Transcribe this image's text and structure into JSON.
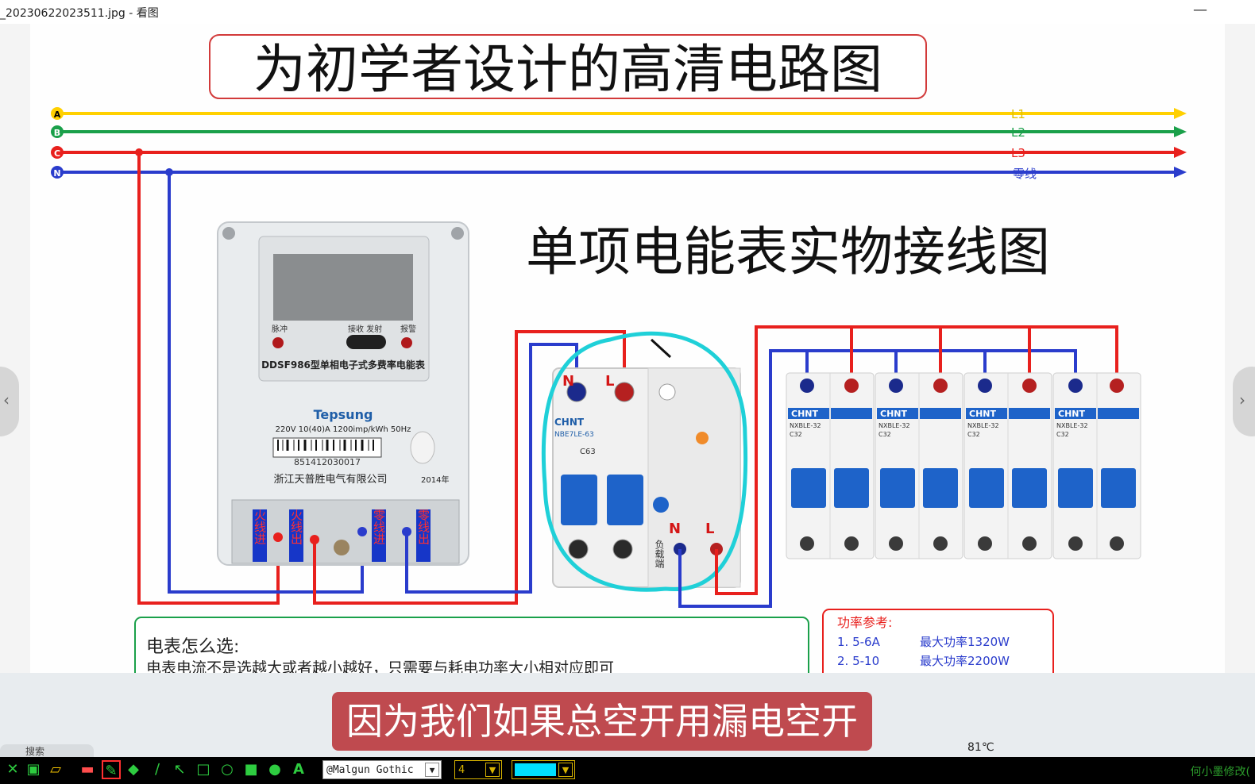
{
  "window": {
    "title": "_20230622023511.jpg - 看图",
    "minimize": "—"
  },
  "diagram": {
    "main_title": "为初学者设计的高清电路图",
    "sub_title": "单项电能表实物接线图",
    "bus_labels": [
      "A",
      "B",
      "C",
      "N"
    ],
    "bus_names": [
      "L1",
      "L2",
      "L3",
      "零线"
    ],
    "colors": {
      "a": "#ffd000",
      "b": "#1aa04a",
      "c": "#e8201d",
      "n": "#2a3ccc",
      "accent": "#1fd0d8"
    },
    "meter": {
      "model": "DDSF986型单相电子式多费率电能表",
      "brand": "Tepsung",
      "spec": "220V   10(40)A   1200imp/kWh   50Hz",
      "serial": "851412030017",
      "maker": "浙江天普胜电气有限公司",
      "year": "2014年",
      "pulse": "脉冲",
      "comm": "接收 发射",
      "alarm": "报警",
      "terminals": [
        "火线进",
        "火线出",
        "零线进",
        "零线出"
      ]
    },
    "rcd": {
      "brand": "CHNT",
      "model": "NBE7LE-63",
      "rating": "C63",
      "label_n": "N",
      "label_l": "L",
      "out_n": "N",
      "out_l": "L",
      "load": "负载端"
    },
    "breakers": [
      {
        "brand": "CHNT",
        "model": "NXBLE-32",
        "rating": "C32"
      },
      {
        "brand": "CHNT",
        "model": "NXBLE-32",
        "rating": "C32"
      },
      {
        "brand": "CHNT",
        "model": "NXBLE-32",
        "rating": "C32"
      },
      {
        "brand": "CHNT",
        "model": "NXBLE-32",
        "rating": "C32"
      }
    ],
    "meter_select_title": "电表怎么选:",
    "meter_select_text": "电表电流不是选越大或者越小越好，只需要与耗电功率大小相对应即可",
    "power_title": "功率参考:",
    "power_rows": [
      {
        "range": "1. 5-6A",
        "power": "最大功率1320W"
      },
      {
        "range": "2. 5-10",
        "power": "最大功率2200W"
      }
    ]
  },
  "subtitle": "因为我们如果总空开用漏电空开",
  "taskbar": {
    "search": "搜索",
    "weather": "81℃",
    "right_text": "何小墨修改("
  },
  "toolbar": {
    "font": "@Malgun Gothic",
    "size": "4",
    "tool_icons": [
      "close-icon",
      "save-icon",
      "open-icon",
      "eraser-icon",
      "pen-icon",
      "highlighter-icon",
      "line-icon",
      "arrow-icon",
      "rect-icon",
      "ellipse-icon",
      "fill-rect-icon",
      "fill-ellipse-icon",
      "text-icon"
    ]
  }
}
